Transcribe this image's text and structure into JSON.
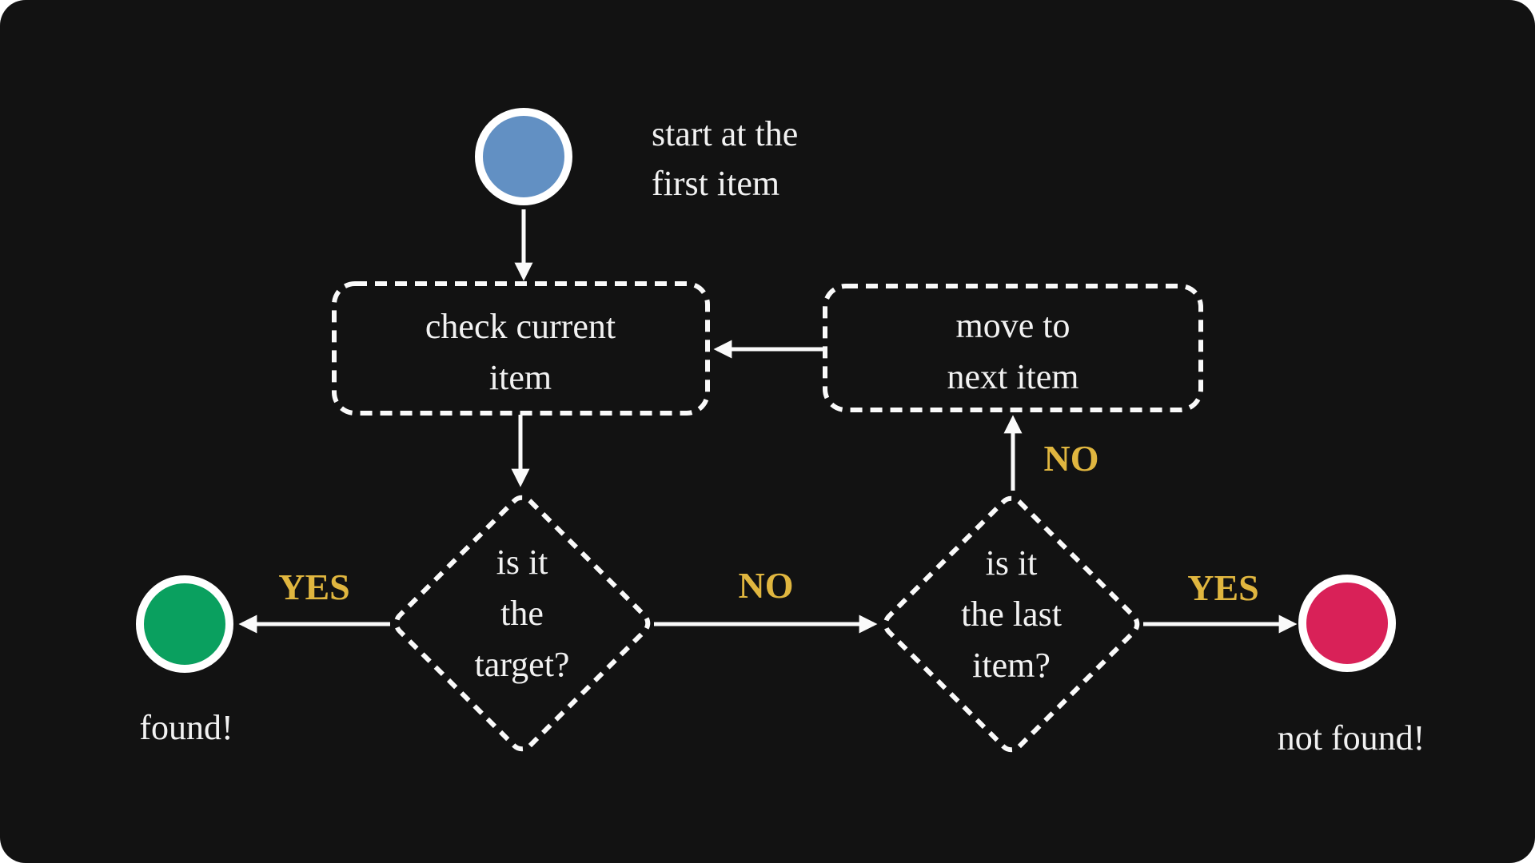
{
  "diagram": {
    "description": "linear search flowchart",
    "colors": {
      "background": "#121212",
      "page": "#ffffff",
      "line": "#fafafa",
      "text": "#f2f2f2",
      "label_gold": "#e0b63f",
      "start_blue": "#6290c3",
      "found_green": "#0aa05f",
      "not_found_red": "#d92158"
    },
    "nodes": {
      "start": {
        "shape": "circle",
        "annotation": [
          "start at the",
          "first item"
        ]
      },
      "check_current": {
        "shape": "dashed-rounded-rect",
        "lines": [
          "check current",
          "item"
        ]
      },
      "move_next": {
        "shape": "dashed-rounded-rect",
        "lines": [
          "move to",
          "next item"
        ]
      },
      "is_target": {
        "shape": "dashed-diamond",
        "lines": [
          "is it",
          "the",
          "target?"
        ]
      },
      "is_last": {
        "shape": "dashed-diamond",
        "lines": [
          "is it",
          "the last",
          "item?"
        ]
      },
      "found": {
        "shape": "circle",
        "label": "found!"
      },
      "not_found": {
        "shape": "circle",
        "label": "not found!"
      }
    },
    "edges": {
      "target_yes": {
        "label": "YES"
      },
      "target_no": {
        "label": "NO"
      },
      "last_no": {
        "label": "NO"
      },
      "last_yes": {
        "label": "YES"
      }
    }
  }
}
